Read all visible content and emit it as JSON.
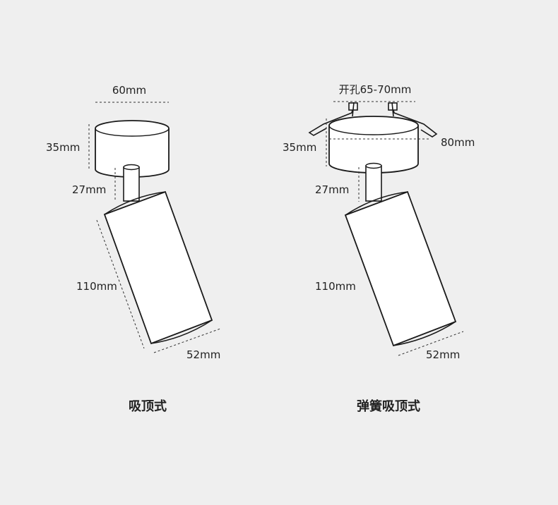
{
  "left": {
    "top_width": "60mm",
    "base_height": "35mm",
    "stem_height": "27mm",
    "body_length": "110mm",
    "body_diameter": "52mm",
    "caption": "吸顶式"
  },
  "right": {
    "cutout": "开孔65-70mm",
    "base_height": "35mm",
    "spring_width": "80mm",
    "stem_height": "27mm",
    "body_length": "110mm",
    "body_diameter": "52mm",
    "caption": "弹簧吸顶式"
  }
}
